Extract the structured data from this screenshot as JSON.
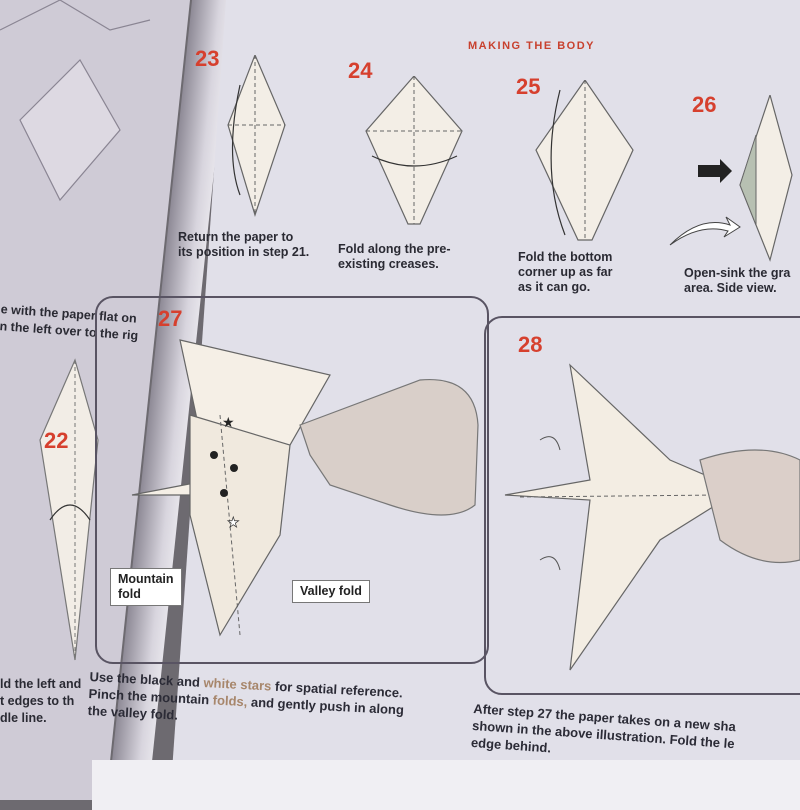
{
  "section_title": "MAKING THE BODY",
  "steps": {
    "s22": {
      "num": "22"
    },
    "s23": {
      "num": "23",
      "caption": [
        "Return the paper to",
        "its position in step 21."
      ]
    },
    "s24": {
      "num": "24",
      "caption": [
        "Fold along the pre-",
        "existing creases."
      ]
    },
    "s25": {
      "num": "25",
      "caption": [
        "Fold the bottom",
        "corner up as far",
        "as it can go."
      ]
    },
    "s26": {
      "num": "26",
      "caption": [
        "Open-sink the gra",
        "area. Side view."
      ]
    },
    "s27": {
      "num": "27",
      "label_mountain": [
        "Mountain",
        "fold"
      ],
      "label_valley": "Valley fold"
    },
    "s28": {
      "num": "28"
    }
  },
  "left_page": {
    "top_lines": [
      "e with the paper flat on",
      "n the left over to the rig"
    ],
    "bottom_lines": [
      "ld the left and",
      "t edges to th",
      "dle line."
    ]
  },
  "footer27": {
    "l1a": "Use the black and ",
    "l1b": "white stars",
    "l1c": " for spatial reference.",
    "l2a": "Pinch the mountain ",
    "l2b": "folds,",
    "l2c": " and gently push in along",
    "l3": "the valley fold."
  },
  "footer28": [
    "After step 27 the paper takes on a new sha",
    "shown in the above illustration. Fold the le",
    "edge behind."
  ],
  "colors": {
    "accent": "#d6402e",
    "page": "#e1e0e9",
    "panel_border": "#595463"
  }
}
